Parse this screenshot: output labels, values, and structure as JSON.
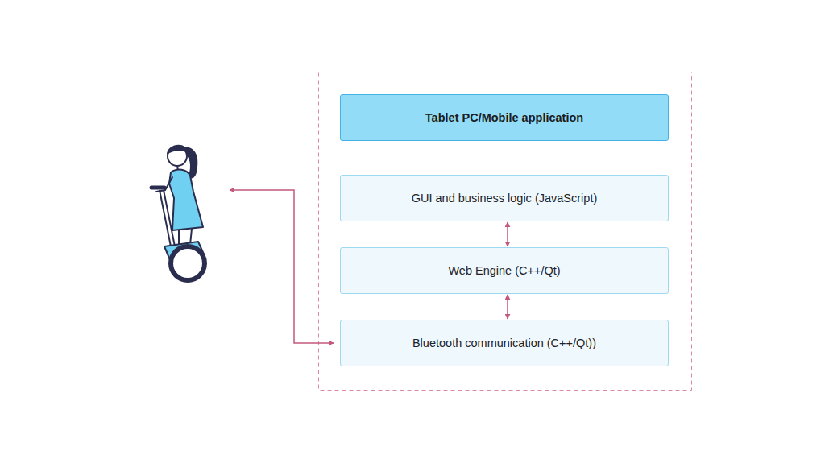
{
  "diagram": {
    "nodes": [
      {
        "text": [
          "Tablet PC/Mobile application"
        ]
      },
      {
        "text": [
          "GUI and business logic (JavaScript)"
        ]
      },
      {
        "text": [
          "Web Engine (C++/Qt)"
        ]
      },
      {
        "text": [
          "Bluetooth communication (C++/Qt))"
        ]
      }
    ],
    "edges": [
      {
        "from": 1,
        "to": 2,
        "arrow": "both"
      },
      {
        "from": 2,
        "to": 3,
        "arrow": "both"
      }
    ]
  }
}
